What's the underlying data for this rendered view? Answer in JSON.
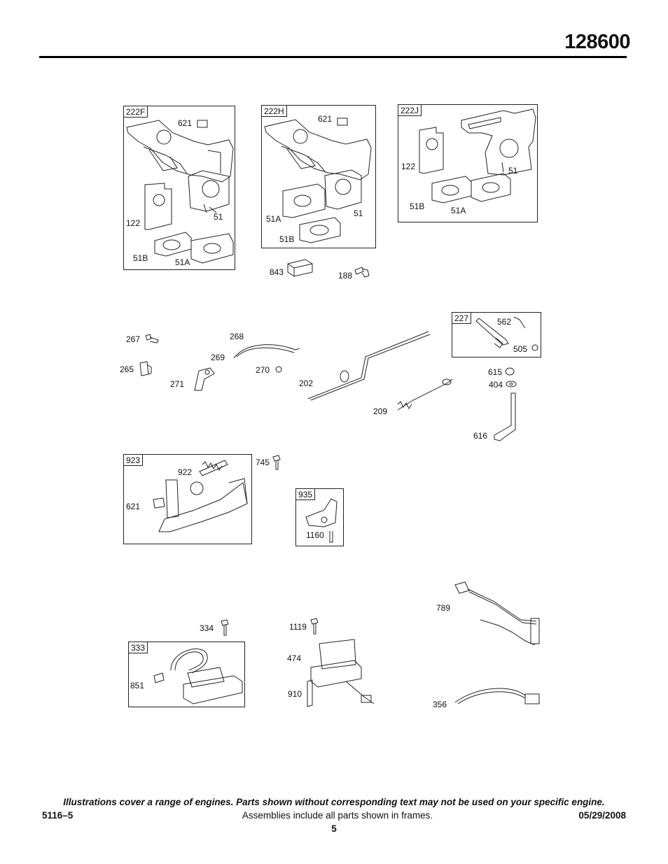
{
  "header": {
    "model_number": "128600"
  },
  "frames": {
    "f222F": {
      "label": "222F",
      "callouts": {
        "c621": "621",
        "c122": "122",
        "c51": "51",
        "c51B": "51B",
        "c51A": "51A"
      }
    },
    "f222H": {
      "label": "222H",
      "callouts": {
        "c621": "621",
        "c51A": "51A",
        "c51": "51",
        "c51B": "51B"
      }
    },
    "f222J": {
      "label": "222J",
      "callouts": {
        "c122": "122",
        "c51": "51",
        "c51B": "51B",
        "c51A": "51A"
      }
    },
    "f227": {
      "label": "227",
      "callouts": {
        "c562": "562",
        "c505": "505"
      }
    },
    "f923": {
      "label": "923",
      "callouts": {
        "c922": "922",
        "c621": "621"
      }
    },
    "f935": {
      "label": "935",
      "callouts": {
        "c1160": "1160"
      }
    },
    "f333": {
      "label": "333",
      "callouts": {
        "c851": "851"
      }
    }
  },
  "parts": {
    "p843": "843",
    "p188": "188",
    "p267": "267",
    "p268": "268",
    "p269": "269",
    "p265": "265",
    "p271": "271",
    "p270": "270",
    "p202": "202",
    "p209": "209",
    "p615": "615",
    "p404": "404",
    "p616": "616",
    "p745": "745",
    "p789": "789",
    "p334": "334",
    "p1119": "1119",
    "p474": "474",
    "p910": "910",
    "p356": "356"
  },
  "footer": {
    "disclaimer": "Illustrations cover a range of engines. Parts shown without corresponding text may not be used on your specific engine.",
    "doc_code": "5116–5",
    "assemblies_note": "Assemblies include all parts shown in frames.",
    "date": "05/29/2008",
    "page_number": "5"
  }
}
